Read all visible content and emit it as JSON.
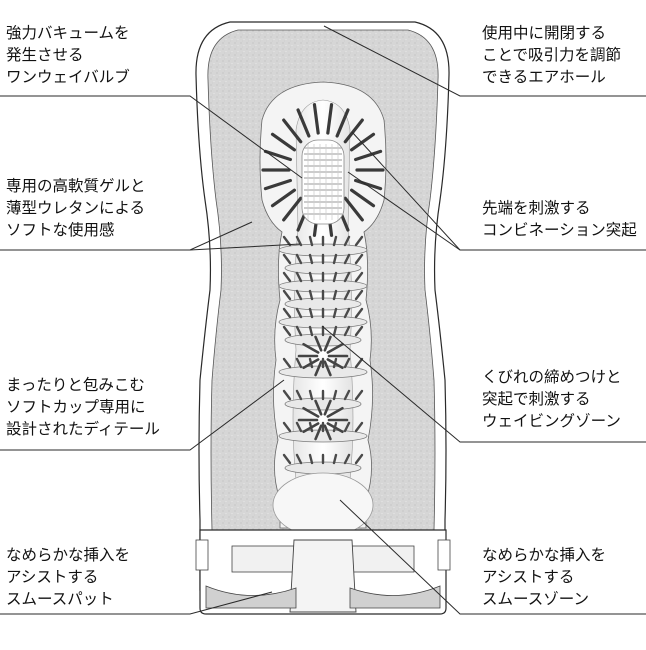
{
  "callouts": [
    {
      "id": "one-way-valve",
      "lines": [
        "強力バキュームを",
        "発生させる",
        "ワンウェイバルブ"
      ]
    },
    {
      "id": "soft-gel",
      "lines": [
        "専用の高軟質ゲルと",
        "薄型ウレタンによる",
        "ソフトな使用感"
      ]
    },
    {
      "id": "soft-cup-detail",
      "lines": [
        "まったりと包みこむ",
        "ソフトカップ専用に",
        "設計されたディテール"
      ]
    },
    {
      "id": "smooth-pad",
      "lines": [
        "なめらかな挿入を",
        "アシストする",
        "スムースパット"
      ]
    },
    {
      "id": "air-hole",
      "lines": [
        "使用中に開閉する",
        "ことで吸引力を調節",
        "できるエアホール"
      ]
    },
    {
      "id": "combination-tip",
      "lines": [
        "先端を刺激する",
        "コンビネーション突起"
      ]
    },
    {
      "id": "waving-zone",
      "lines": [
        "くびれの締めつけと",
        "突起で刺激する",
        "ウェイビングゾーン"
      ]
    },
    {
      "id": "smooth-zone",
      "lines": [
        "なめらかな挿入を",
        "アシストする",
        "スムースゾーン"
      ]
    }
  ],
  "colors": {
    "line": "#2a2a2a",
    "foam": "#d9d9d9",
    "gel": "#f4f4f4",
    "shell": "#ffffff",
    "ink": "#111111"
  }
}
